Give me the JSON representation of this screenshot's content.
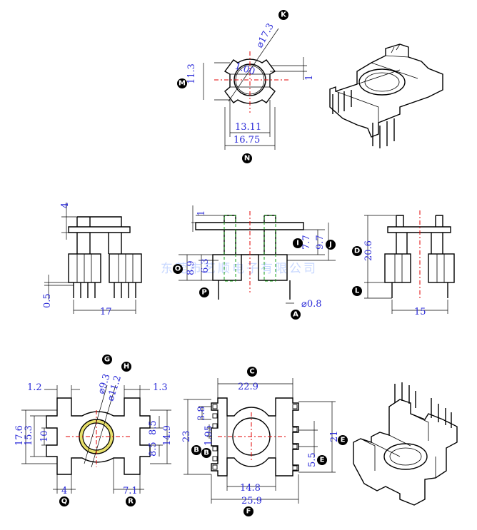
{
  "watermark": "东莞市艺顺电子有限公司",
  "views": {
    "top": {
      "diameter": "⌀17.3",
      "wall": "1.00",
      "height": "11.3",
      "rib": "1",
      "inner_width": "13.11",
      "outer_width": "16.75",
      "labels": [
        "K",
        "M",
        "N"
      ]
    },
    "front_left": {
      "top": "4",
      "pin_len": "0.5",
      "pitch_span": "17"
    },
    "front_mid": {
      "top": "1",
      "i": "7.7",
      "j": "9.7",
      "o": "8.9",
      "p": "6.3",
      "pin_dia": "⌀0.8",
      "labels": [
        "I",
        "J",
        "O",
        "P",
        "A"
      ]
    },
    "front_right": {
      "height": "20.6",
      "base": "15",
      "labels": [
        "D",
        "L"
      ]
    },
    "bottom_left": {
      "left_tab": "1.2",
      "right_tab": "1.3",
      "d1": "⌀9.3",
      "d2": "⌀11.2",
      "h1": "17.6",
      "h2": "15.3",
      "h3": "10",
      "h4": "8.5",
      "h5": "14.9",
      "h6": "8.5",
      "w_left": "4",
      "w_right": "7.1",
      "labels": [
        "G",
        "H",
        "Q",
        "R"
      ]
    },
    "bottom_mid": {
      "top": "22.9",
      "left_h": "23",
      "left_a": "3.8",
      "left_b": "1.95",
      "inner": "14.8",
      "outer": "25.9",
      "right_small": "5.5",
      "right_h": "21",
      "labels": [
        "C",
        "B",
        "B",
        "E",
        "E",
        "F"
      ]
    }
  }
}
